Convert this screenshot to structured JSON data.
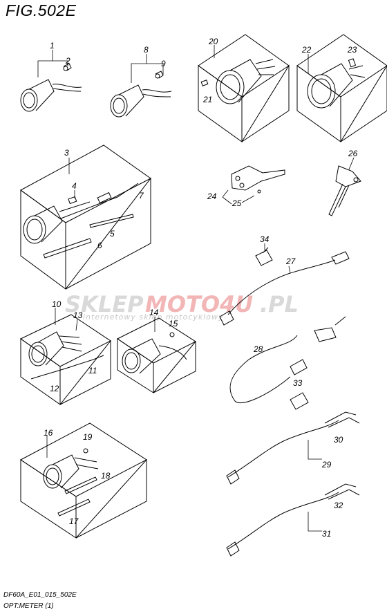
{
  "figure": {
    "title": "FIG.502E",
    "code": "DF60A_E01_015_502E",
    "subtitle": "OPT:METER (1)"
  },
  "watermark": {
    "text_a": "SKLEP",
    "text_b": "MOTO",
    "text_c": "4U",
    "text_d": ".PL",
    "tagline": "internetowy sklep motocyklowy"
  },
  "callouts": [
    "1",
    "2",
    "3",
    "4",
    "5",
    "6",
    "7",
    "8",
    "9",
    "10",
    "11",
    "12",
    "13",
    "14",
    "15",
    "16",
    "17",
    "18",
    "19",
    "20",
    "21",
    "22",
    "23",
    "24",
    "25",
    "26",
    "27",
    "28",
    "29",
    "30",
    "31",
    "32",
    "33",
    "34"
  ],
  "colors": {
    "line": "#000000",
    "watermark_gray": "#d9d9d9",
    "watermark_red": "#f2b6b6"
  }
}
